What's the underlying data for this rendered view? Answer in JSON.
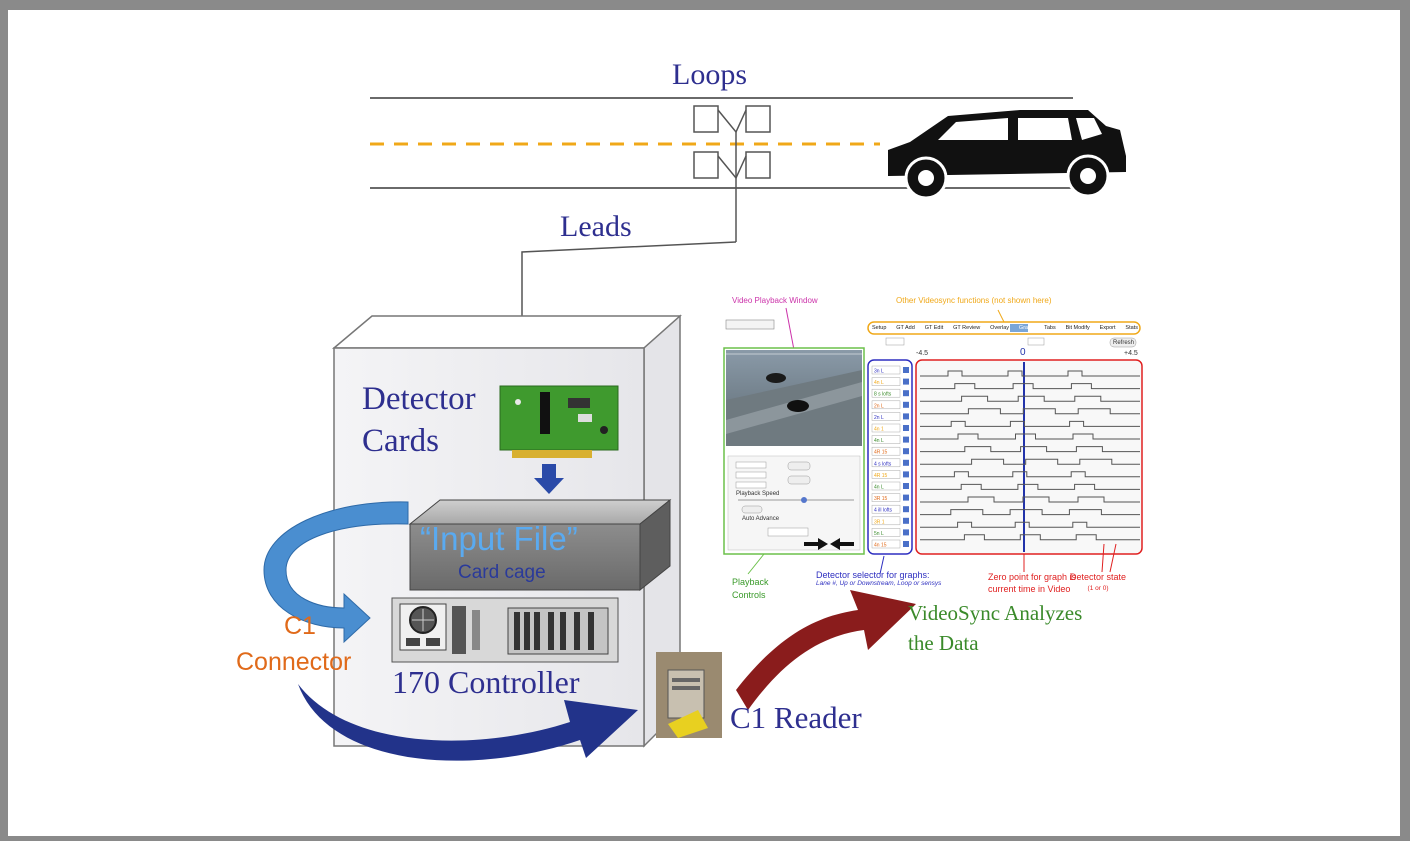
{
  "labels": {
    "loops": "Loops",
    "leads": "Leads",
    "detector_cards": [
      "Detector",
      "Cards"
    ],
    "input_file": "“Input File”",
    "card_cage": "Card cage",
    "c1_connector": [
      "C1",
      "Connector"
    ],
    "controller_170": "170 Controller",
    "c1_reader": "C1 Reader",
    "videosync": [
      "VideoSync Analyzes",
      "the Data"
    ]
  },
  "videosync_ui": {
    "video_window_label": "Video Playback Window",
    "other_functions_label": "Other Videosync functions (not shown here)",
    "tabs": [
      "Setup",
      "GT Add",
      "GT Edit",
      "GT Review",
      "Overlay",
      "Graph",
      "Tabs",
      "Bit Modify",
      "Export",
      "Stats"
    ],
    "active_tab": "Graph",
    "graph_left_value": "-4.5",
    "graph_zero": "0",
    "graph_right_value": "+4.5",
    "refresh_label": "Refresh",
    "detectors": [
      "3n L",
      "4n L",
      "8 s lofts",
      "2n L",
      "2n L",
      "4n 1",
      "4n L",
      "4R 15",
      "4 s lofts",
      "4R 15",
      "4n L",
      "3R 15",
      "4 ill lofts",
      "3R 1",
      "5n L",
      "4n 15"
    ],
    "playback_label": "Playback Speed",
    "auto_advance_label": "Auto Advance",
    "detector_selector_label": "Detector selector for graphs:",
    "detector_selector_sub": "Lane #, Up or Downstream, Loop or sensys",
    "zero_point_label": [
      "Zero point for graph is",
      "current time in Video"
    ],
    "detector_state_label": [
      "Detector state",
      "(1 or 0)"
    ],
    "playback_controls_label": [
      "Playback",
      "Controls"
    ]
  },
  "colors": {
    "label_blue": "#2e2f8f",
    "orange": "#e06a1a",
    "green": "#3a8a2a",
    "red": "#e02020",
    "arrow_light_blue": "#4a8ed0",
    "arrow_dark_blue": "#22338a",
    "arrow_dark_red": "#8a1c1c",
    "lane_yellow": "#f0a818"
  }
}
